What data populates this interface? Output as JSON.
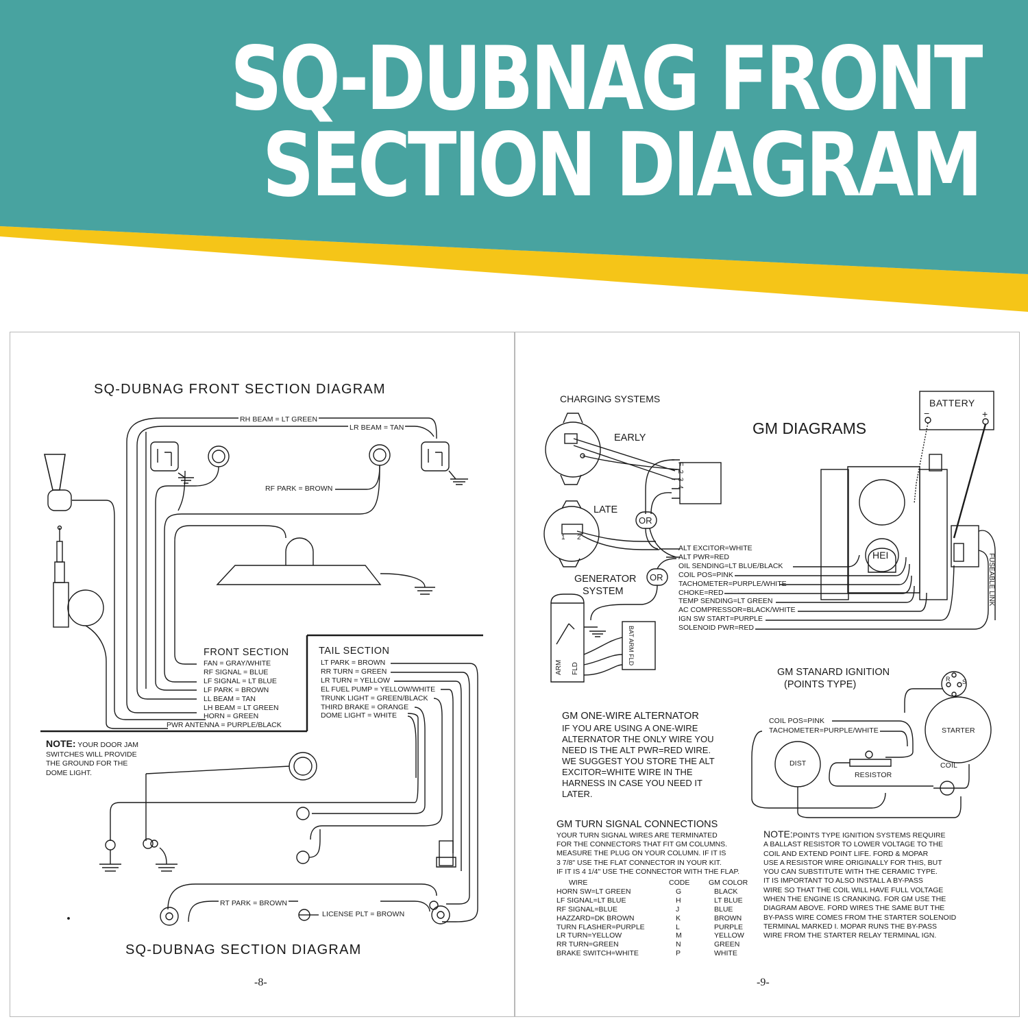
{
  "banner": {
    "title_line1": "SQ-DUBNAG FRONT",
    "title_line2": "SECTION DIAGRAM",
    "colors": {
      "teal": "#48a3a0",
      "yellow": "#f5c518"
    }
  },
  "left_page": {
    "title": "SQ-DUBNAG FRONT SECTION DIAGRAM",
    "bottom_title": "SQ-DUBNAG SECTION DIAGRAM",
    "page_number": "-8-",
    "wire_labels": {
      "rh_beam": "RH BEAM = LT GREEN",
      "lr_beam": "LR BEAM = TAN",
      "rf_park": "RF PARK = BROWN",
      "rt_park": "RT PARK = BROWN",
      "license_plt": "LICENSE PLT = BROWN"
    },
    "front_section": {
      "heading": "FRONT SECTION",
      "items": [
        "FAN = GRAY/WHITE",
        "RF SIGNAL = BLUE",
        "LF SIGNAL = LT BLUE",
        "LF PARK = BROWN",
        "LL BEAM = TAN",
        "LH BEAM = LT GREEN",
        "HORN = GREEN",
        "PWR ANTENNA = PURPLE/BLACK"
      ]
    },
    "tail_section": {
      "heading": "TAIL SECTION",
      "items": [
        "LT PARK = BROWN",
        "RR TURN = GREEN",
        "LR TURN = YELLOW",
        "EL FUEL PUMP = YELLOW/WHITE",
        "TRUNK LIGHT = GREEN/BLACK",
        "THIRD BRAKE = ORANGE",
        "DOME LIGHT = WHITE"
      ]
    },
    "note": {
      "label": "NOTE:",
      "lines": [
        "YOUR DOOR JAM",
        "SWITCHES WILL PROVIDE",
        "THE GROUND FOR THE",
        "DOME LIGHT."
      ]
    }
  },
  "right_page": {
    "page_number": "-9-",
    "charging_title": "CHARGING SYSTEMS",
    "gm_title": "GM DIAGRAMS",
    "battery_label": "BATTERY",
    "battery_minus": "−",
    "battery_plus": "+",
    "early_label": "EARLY",
    "late_label": "LATE",
    "or_label": "OR",
    "generator_label_1": "GENERATOR",
    "generator_label_2": "SYSTEM",
    "regulator_terminals": [
      "F",
      "2",
      "3",
      "4"
    ],
    "alt_terminals": [
      "1",
      "2"
    ],
    "generator_terminals": [
      "ARM",
      "FLD"
    ],
    "regulator_terminals_gen": "BAT ARM FLD",
    "hei_label": "HEI",
    "fuseable_link": "FUSEABLE LINK",
    "wires": [
      "ALT EXCITOR=WHITE",
      "ALT PWR=RED",
      "OIL SENDING=LT BLUE/BLACK",
      "COIL POS=PINK",
      "TACHOMETER=PURPLE/WHITE",
      "CHOKE=RED",
      "TEMP SENDING=LT GREEN",
      "AC COMPRESSOR=BLACK/WHITE",
      "IGN SW START=PURPLE",
      "SOLENOID PWR=RED"
    ],
    "ignition": {
      "title_1": "GM STANARD IGNITION",
      "title_2": "(POINTS TYPE)",
      "coil_pos": "COIL POS=PINK",
      "tachometer": "TACHOMETER=PURPLE/WHITE",
      "dist": "DIST",
      "resistor": "RESISTOR",
      "starter": "STARTER",
      "coil": "COIL",
      "starter_terminals": [
        "R",
        "S"
      ]
    },
    "one_wire": {
      "title": "GM ONE-WIRE ALTERNATOR",
      "lines": [
        "IF YOU ARE USING A ONE-WIRE",
        "ALTERNATOR THE ONLY WIRE YOU",
        "NEED IS THE ALT PWR=RED WIRE.",
        "WE SUGGEST YOU STORE THE ALT",
        "EXCITOR=WHITE WIRE IN THE",
        "HARNESS IN CASE YOU NEED IT",
        "LATER."
      ]
    },
    "turn_signal": {
      "title": "GM TURN SIGNAL CONNECTIONS",
      "intro": [
        "YOUR TURN SIGNAL WIRES ARE TERMINATED",
        "FOR THE CONNECTORS THAT FIT GM COLUMNS.",
        "MEASURE THE PLUG ON YOUR COLUMN. IF IT IS",
        "3 7/8\" USE THE FLAT CONNECTOR IN YOUR KIT.",
        "IF IT IS 4 1/4\" USE THE CONNECTOR WITH THE FLAP."
      ],
      "header": [
        "WIRE",
        "CODE",
        "GM COLOR"
      ],
      "rows": [
        [
          "HORN SW=LT GREEN",
          "G",
          "BLACK"
        ],
        [
          "LF SIGNAL=LT BLUE",
          "H",
          "LT BLUE"
        ],
        [
          "RF SIGNAL=BLUE",
          "J",
          "BLUE"
        ],
        [
          "HAZZARD=DK BROWN",
          "K",
          "BROWN"
        ],
        [
          "TURN FLASHER=PURPLE",
          "L",
          "PURPLE"
        ],
        [
          "LR TURN=YELLOW",
          "M",
          "YELLOW"
        ],
        [
          "RR TURN=GREEN",
          "N",
          "GREEN"
        ],
        [
          "BRAKE SWITCH=WHITE",
          "P",
          "WHITE"
        ]
      ]
    },
    "points_note": {
      "label": "NOTE:",
      "lines": [
        "POINTS TYPE IGNITION SYSTEMS REQUIRE",
        "A BALLAST RESISTOR TO LOWER VOLTAGE TO THE",
        "COIL AND EXTEND POINT LIFE. FORD & MOPAR",
        "USE A RESISTOR WIRE ORIGINALLY FOR THIS, BUT",
        "YOU CAN SUBSTITUTE WITH THE CERAMIC TYPE.",
        "IT IS IMPORTANT TO ALSO INSTALL A BY-PASS",
        "WIRE SO THAT THE COIL WILL HAVE FULL VOLTAGE",
        "WHEN THE ENGINE IS CRANKING. FOR GM USE THE",
        "DIAGRAM ABOVE. FORD WIRES THE SAME BUT THE",
        "BY-PASS WIRE COMES FROM THE STARTER SOLENOID",
        "TERMINAL MARKED I. MOPAR RUNS THE BY-PASS",
        "WIRE FROM THE STARTER RELAY TERMINAL IGN."
      ]
    }
  }
}
